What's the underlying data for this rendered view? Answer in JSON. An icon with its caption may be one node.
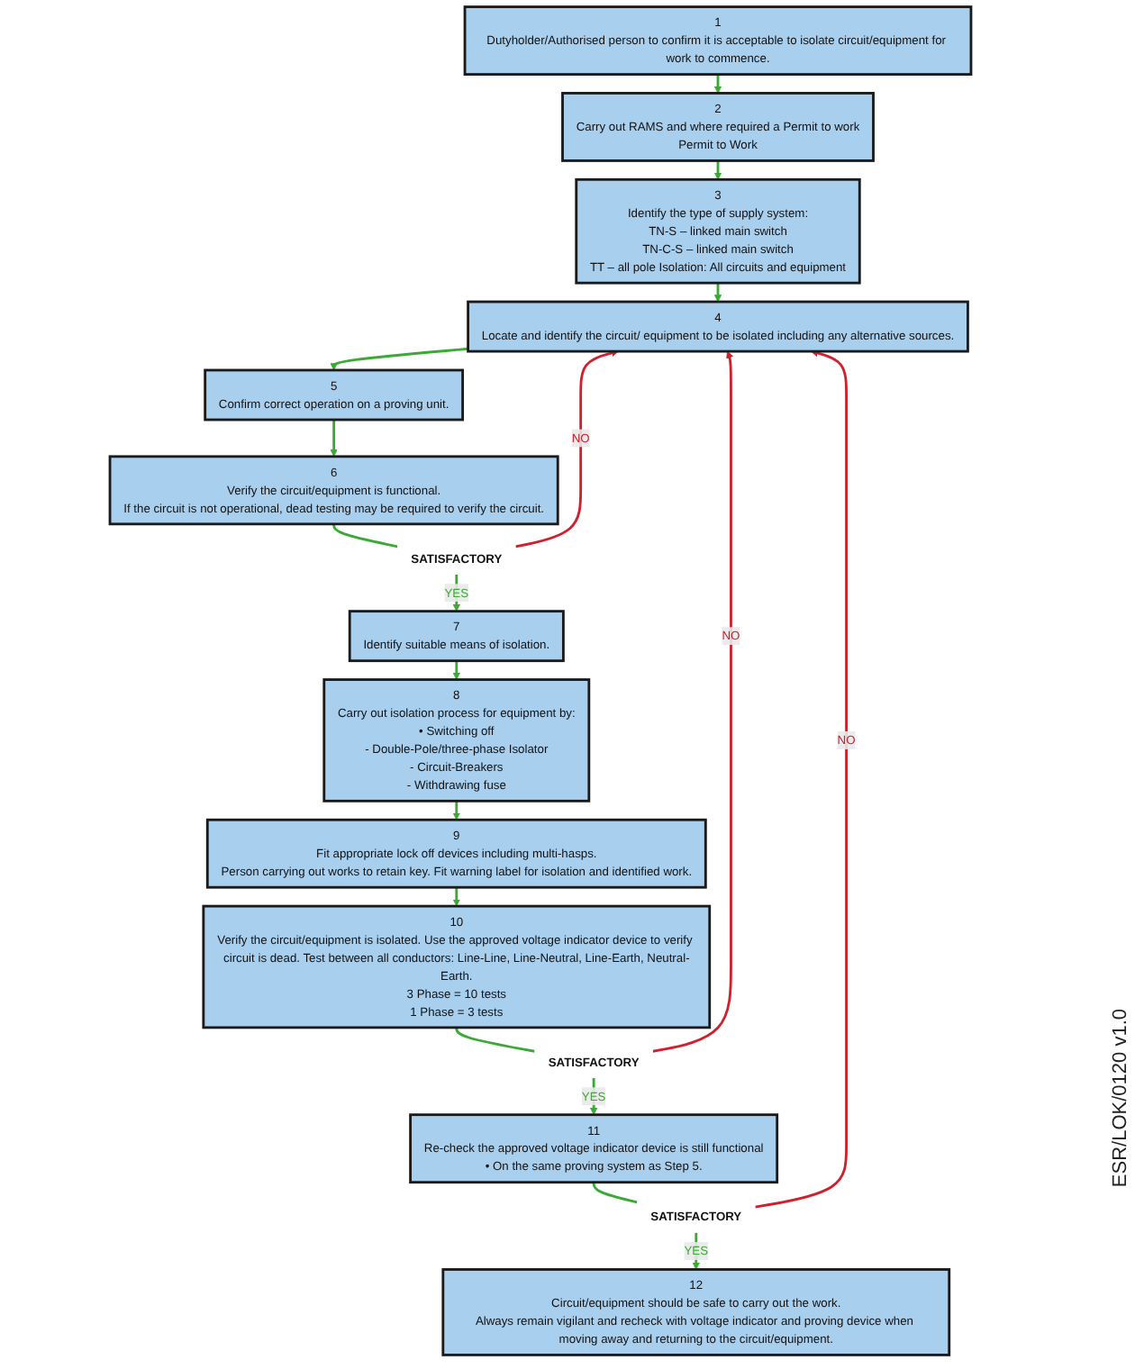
{
  "diagram": {
    "nodes": [
      {
        "text": [
          "1",
          "Dutyholder/Authorised person to confirm it is acceptable to isolate circuit/equipment for work to commence."
        ]
      },
      {
        "text": [
          "2",
          "Carry out RAMS and where required a Permit to work",
          "Permit to Work"
        ]
      },
      {
        "text": [
          "3",
          "Identify the type of supply system:",
          "TN-S – linked main switch",
          "TN-C-S – linked main switch",
          "TT – all pole Isolation: All circuits and equipment"
        ]
      },
      {
        "text": [
          "4",
          "Locate and identify the circuit/ equipment to be isolated including any alternative sources."
        ]
      },
      {
        "text": [
          "5",
          "Confirm correct operation on a proving unit."
        ]
      },
      {
        "text": [
          "6",
          "Verify the circuit/equipment is functional.",
          "If the circuit is not operational, dead testing may be required to verify the circuit."
        ]
      },
      {
        "text": [
          "7",
          "Identify suitable means of isolation."
        ]
      },
      {
        "text": [
          "8",
          "Carry out isolation process for equipment by:",
          "• Switching off",
          "- Double-Pole/three-phase Isolator",
          "- Circuit-Breakers",
          "- Withdrawing fuse"
        ]
      },
      {
        "text": [
          "9",
          "Fit appropriate lock off devices including multi-hasps.",
          "Person carrying out works to retain key. Fit warning label for isolation and identified work."
        ]
      },
      {
        "text": [
          "10",
          "Verify the circuit/equipment is isolated. Use the approved voltage indicator device to verify circuit is dead. Test between all conductors: Line-Line, Line-Neutral, Line-Earth, Neutral-Earth.",
          "3 Phase = 10 tests",
          "1 Phase = 3 tests"
        ]
      },
      {
        "text": [
          "11",
          "Re-check the approved voltage indicator device is still functional",
          "• On the same proving system as Step 5."
        ]
      },
      {
        "text": [
          "12",
          "Circuit/equipment should be safe to carry out the work.",
          "Always remain vigilant and recheck with voltage indicator and proving device when moving away and returning to the circuit/equipment."
        ]
      },
      {
        "text": [
          "SATISFACTORY"
        ]
      },
      {
        "text": [
          "SATISFACTORY"
        ]
      },
      {
        "text": [
          "SATISFACTORY"
        ]
      }
    ],
    "edges": [
      {
        "from": 0,
        "to": 1,
        "arrow": "to"
      },
      {
        "from": 1,
        "to": 2,
        "arrow": "to"
      },
      {
        "from": 2,
        "to": 3,
        "arrow": "to"
      },
      {
        "from": 3,
        "to": 4,
        "arrow": "to"
      },
      {
        "from": 4,
        "to": 5,
        "arrow": "to"
      },
      {
        "from": 5,
        "to": 12,
        "arrow": "none"
      },
      {
        "from": 12,
        "to": 6,
        "arrow": "to",
        "label": "YES"
      },
      {
        "from": 12,
        "to": 3,
        "arrow": "to",
        "label": "NO",
        "color": "#d0202e"
      },
      {
        "from": 6,
        "to": 7,
        "arrow": "to"
      },
      {
        "from": 7,
        "to": 8,
        "arrow": "to"
      },
      {
        "from": 8,
        "to": 9,
        "arrow": "to"
      },
      {
        "from": 9,
        "to": 13,
        "arrow": "none"
      },
      {
        "from": 13,
        "to": 10,
        "arrow": "to",
        "label": "YES"
      },
      {
        "from": 13,
        "to": 3,
        "arrow": "to",
        "label": "NO",
        "color": "#d0202e"
      },
      {
        "from": 10,
        "to": 14,
        "arrow": "none"
      },
      {
        "from": 14,
        "to": 11,
        "arrow": "to",
        "label": "YES"
      },
      {
        "from": 14,
        "to": 3,
        "arrow": "to",
        "label": "NO",
        "color": "#d0202e"
      }
    ],
    "labels": [
      "ESR/LOK/0120 v1.0"
    ]
  }
}
